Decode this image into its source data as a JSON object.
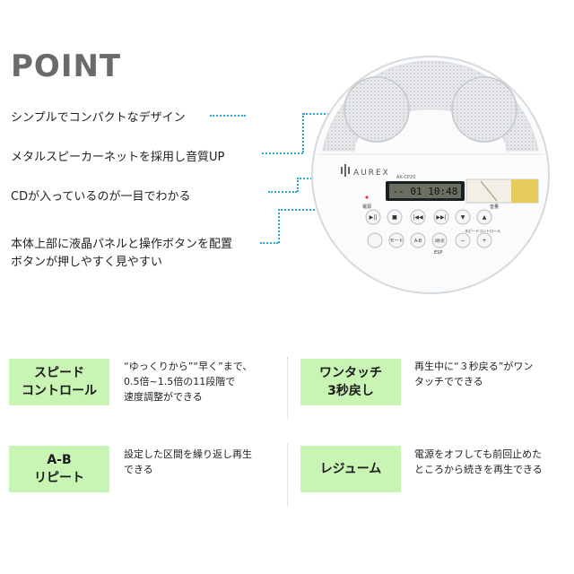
{
  "title": "POINT",
  "points": [
    "シンプルでコンパクトなデザイン",
    "メタルスピーカーネットを採用し音質UP",
    "CDが入っているのが一目でわかる",
    "本体上部に液晶パネルと操作ボタンを配置",
    "ボタンが押しやすく見やすい"
  ],
  "device": {
    "brand": "AUREX",
    "model": "AX-CP20",
    "display": "-- 01 10:48",
    "power_label": "電源",
    "stop_label": "■",
    "volume_label": "音量",
    "speed_label": "スピードコントロール",
    "esp_label": "ESP",
    "buttons": [
      "▶||",
      "■",
      "|◀◀",
      "▶▶|",
      "▼",
      "▲",
      "モード",
      "A-B",
      "3秒戻",
      "−",
      "+"
    ]
  },
  "features": [
    {
      "label": "スピード\nコントロール",
      "desc": "“ゆっくりから”“早く”まで、\n0.5倍~1.5倍の11段階で\n速度調整ができる"
    },
    {
      "label": "ワンタッチ\n3秒戻し",
      "desc": "再生中に“３秒戻る”がワン\nタッチでできる"
    },
    {
      "label": "A-B\nリピート",
      "desc": "設定した区間を繰り返し再生\nできる"
    },
    {
      "label": "レジューム",
      "desc": "電源をオフしても前回止めた\nところから続きを再生できる"
    }
  ],
  "colors": {
    "accent": "#29a8e0",
    "label_bg": "#c9f5b4",
    "title": "#6b6b6b"
  }
}
